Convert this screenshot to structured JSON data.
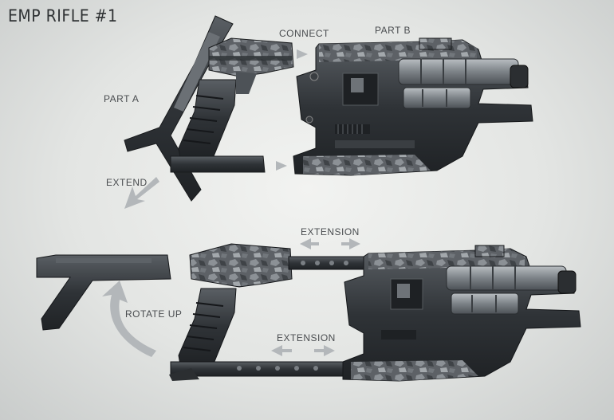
{
  "sheet": {
    "title": "EMP RIFLE #1",
    "labels": {
      "connect": "CONNECT",
      "part_b": "PART B",
      "part_a": "PART A",
      "extend": "EXTEND",
      "extension_top": "EXTENSION",
      "extension_bottom": "EXTENSION",
      "rotate_up": "ROTATE UP"
    }
  },
  "colors": {
    "background": "#e6e8e6",
    "metal_dark": "#2b2e31",
    "metal_mid": "#4a4e52",
    "camo_light": "#8e9398",
    "arrow": "#b3b7ba",
    "label_text": "#4a4d50"
  }
}
